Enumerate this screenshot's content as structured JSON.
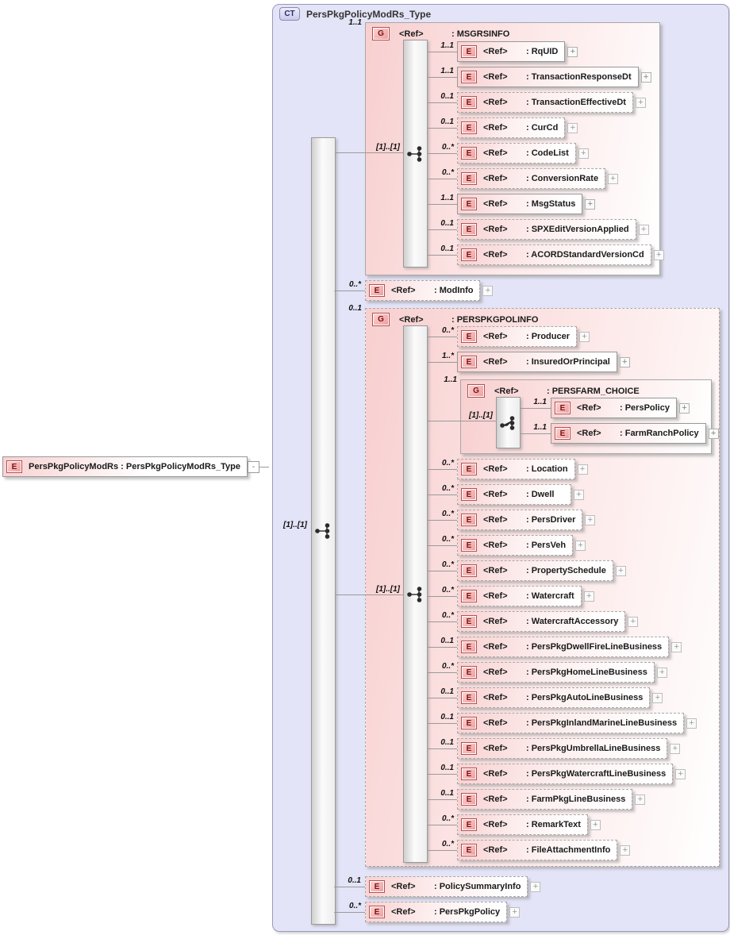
{
  "glyphs": {
    "ct_badge": "CT",
    "element_badge": "E",
    "group_badge": "G",
    "ref": "<Ref>",
    "expand": "+",
    "collapse": "-",
    "occurrence": "[1]..[1]"
  },
  "root_element": {
    "label": "PersPkgPolicyModRs : PersPkgPolicyModRs_Type"
  },
  "complex_type": {
    "title": "PersPkgPolicyModRs_Type"
  },
  "msgrsinfo": {
    "label": ": MSGRSINFO",
    "cardinality": "1..1",
    "children": [
      {
        "label": ": RqUID",
        "cardinality": "1..1"
      },
      {
        "label": ": TransactionResponseDt",
        "cardinality": "1..1"
      },
      {
        "label": ": TransactionEffectiveDt",
        "cardinality": "0..1"
      },
      {
        "label": ": CurCd",
        "cardinality": "0..1"
      },
      {
        "label": ": CodeList",
        "cardinality": "0..*"
      },
      {
        "label": ": ConversionRate",
        "cardinality": "0..*"
      },
      {
        "label": ": MsgStatus",
        "cardinality": "1..1"
      },
      {
        "label": ": SPXEditVersionApplied",
        "cardinality": "0..1"
      },
      {
        "label": ": ACORDStandardVersionCd",
        "cardinality": "0..1"
      }
    ]
  },
  "modinfo": {
    "label": ": ModInfo",
    "cardinality": "0..*"
  },
  "perspkgpolinfo": {
    "label": ": PERSPKGPOLINFO",
    "cardinality": "0..1",
    "children": [
      {
        "label": ": Producer",
        "cardinality": "0..*"
      },
      {
        "label": ": InsuredOrPrincipal",
        "cardinality": "1..*"
      },
      {
        "label": ": Location",
        "cardinality": "0..*"
      },
      {
        "label": ": Dwell",
        "cardinality": "0..*"
      },
      {
        "label": ": PersDriver",
        "cardinality": "0..*"
      },
      {
        "label": ": PersVeh",
        "cardinality": "0..*"
      },
      {
        "label": ": PropertySchedule",
        "cardinality": "0..*"
      },
      {
        "label": ": Watercraft",
        "cardinality": "0..*"
      },
      {
        "label": ": WatercraftAccessory",
        "cardinality": "0..*"
      },
      {
        "label": ": PersPkgDwellFireLineBusiness",
        "cardinality": "0..1"
      },
      {
        "label": ": PersPkgHomeLineBusiness",
        "cardinality": "0..*"
      },
      {
        "label": ": PersPkgAutoLineBusiness",
        "cardinality": "0..1"
      },
      {
        "label": ": PersPkgInlandMarineLineBusiness",
        "cardinality": "0..1"
      },
      {
        "label": ": PersPkgUmbrellaLineBusiness",
        "cardinality": "0..1"
      },
      {
        "label": ": PersPkgWatercraftLineBusiness",
        "cardinality": "0..1"
      },
      {
        "label": ": FarmPkgLineBusiness",
        "cardinality": "0..1"
      },
      {
        "label": ": RemarkText",
        "cardinality": "0..*"
      },
      {
        "label": ": FileAttachmentInfo",
        "cardinality": "0..*"
      }
    ]
  },
  "persfarm_choice": {
    "label": ": PERSFARM_CHOICE",
    "cardinality": "1..1",
    "children": [
      {
        "label": ": PersPolicy",
        "cardinality": "1..1"
      },
      {
        "label": ": FarmRanchPolicy",
        "cardinality": "1..1"
      }
    ]
  },
  "policy_summary_info": {
    "label": ": PolicySummaryInfo",
    "cardinality": "0..1"
  },
  "perspkgpolicy": {
    "label": ": PersPkgPolicy",
    "cardinality": "0..*"
  }
}
